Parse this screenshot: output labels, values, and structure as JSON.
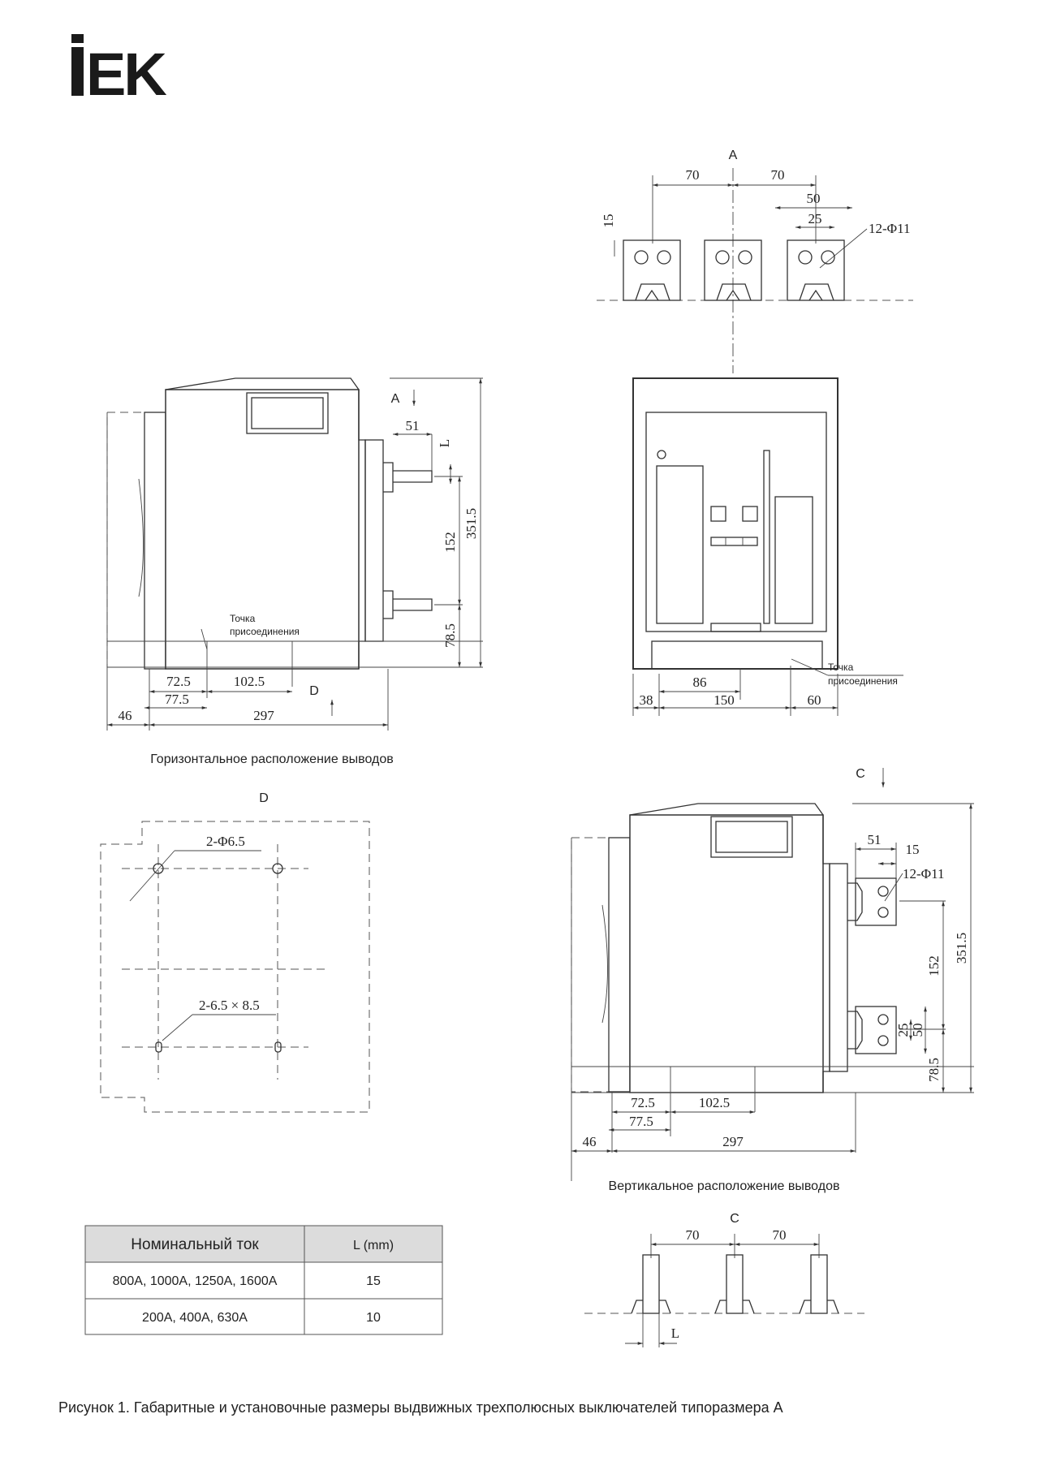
{
  "brand": {
    "logo_text": "IEK"
  },
  "views": {
    "top_a": {
      "label": "A",
      "dim_70_left": "70",
      "dim_70_right": "70",
      "dim_50": "50",
      "dim_25": "25",
      "dim_15": "15",
      "holes": "12-Φ11"
    },
    "front": {
      "dim_38": "38",
      "dim_86": "86",
      "dim_150": "150",
      "dim_60": "60",
      "point_line1": "Точка",
      "point_line2": "присоединения"
    },
    "side_horizontal": {
      "arrow_a": "A",
      "arrow_d": "D",
      "dim_51": "51",
      "dim_L": "L",
      "dim_152": "152",
      "dim_351_5": "351.5",
      "dim_78_5": "78.5",
      "dim_72_5": "72.5",
      "dim_102_5": "102.5",
      "dim_77_5": "77.5",
      "dim_46": "46",
      "dim_297": "297",
      "point_line1": "Точка",
      "point_line2": "присоединения",
      "caption": "Горизонтальное расположение выводов"
    },
    "view_d": {
      "label": "D",
      "holes_round": "2-Φ6.5",
      "holes_slot": "2-6.5 × 8.5"
    },
    "side_vertical": {
      "arrow_c": "C",
      "dim_51": "51",
      "dim_15": "15",
      "holes": "12-Φ11",
      "dim_152": "152",
      "dim_351_5": "351.5",
      "dim_25": "25",
      "dim_50": "50",
      "dim_78_5": "78.5",
      "dim_72_5": "72.5",
      "dim_102_5": "102.5",
      "dim_77_5": "77.5",
      "dim_46": "46",
      "dim_297": "297",
      "caption": "Вертикальное расположение выводов"
    },
    "view_c": {
      "label": "C",
      "dim_70_left": "70",
      "dim_70_right": "70",
      "dim_L": "L"
    }
  },
  "table": {
    "headers": [
      "Номинальный ток",
      "L (mm)"
    ],
    "rows": [
      {
        "current": "800A, 1000A, 1250A, 1600A",
        "l": "15"
      },
      {
        "current": "200A, 400A, 630A",
        "l": "10"
      }
    ]
  },
  "figure_caption": "Рисунок 1. Габаритные и установочные размеры выдвижных трехполюсных выключателей типоразмера A"
}
